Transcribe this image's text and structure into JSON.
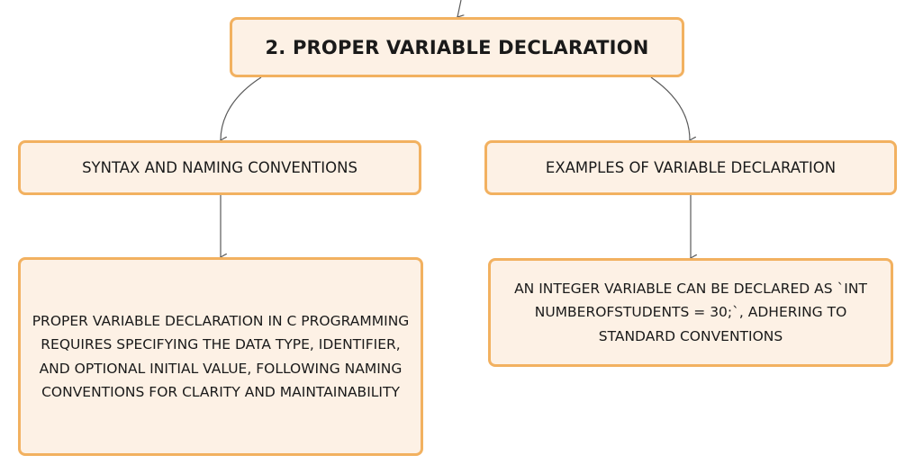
{
  "diagram": {
    "root": {
      "label": "2. PROPER VARIABLE DECLARATION"
    },
    "branches": [
      {
        "label": "SYNTAX AND NAMING CONVENTIONS",
        "detail": "PROPER VARIABLE DECLARATION IN C PROGRAMMING REQUIRES SPECIFYING THE DATA TYPE, IDENTIFIER, AND OPTIONAL INITIAL VALUE, FOLLOWING NAMING CONVENTIONS FOR CLARITY AND MAINTAINABILITY"
      },
      {
        "label": "EXAMPLES OF VARIABLE DECLARATION",
        "detail": "AN INTEGER VARIABLE CAN BE DECLARED AS `INT NUMBEROFSTUDENTS = 30;`, ADHERING TO STANDARD CONVENTIONS"
      }
    ],
    "colors": {
      "node_fill": "#fdf1e5",
      "node_border": "#f2b160",
      "connector": "#5a5a5a"
    }
  }
}
